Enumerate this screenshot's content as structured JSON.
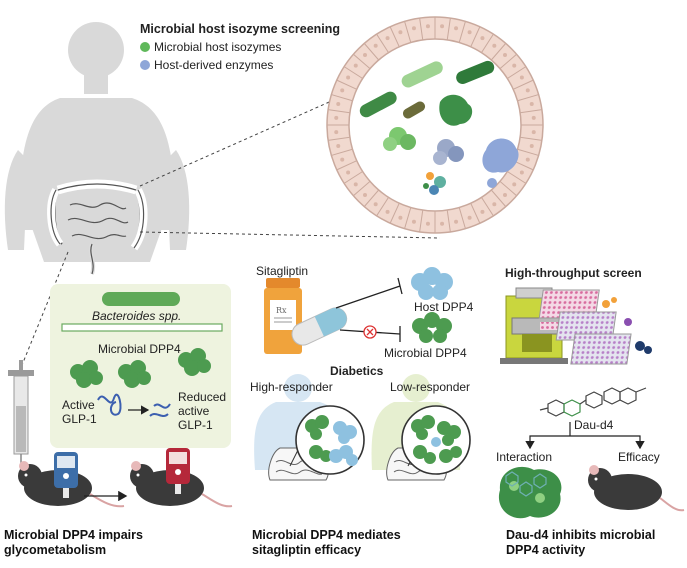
{
  "colors": {
    "microbial_green": "#5fb85a",
    "host_blue": "#8ea6d8",
    "bacteria_dark": "#2f7a3a",
    "panel_bg": "#eef3df",
    "body_gray": "#d9d9d9"
  },
  "legend": {
    "title": "Microbial host isozyme screening",
    "microbial_label": "Microbial host isozymes",
    "host_label": "Host-derived enzymes"
  },
  "panel_left": {
    "bacteria_label": "Bacteroides spp.",
    "dpp4_label": "Microbial DPP4",
    "active_line1": "Active",
    "active_line2": "GLP-1",
    "reduced_line1": "Reduced",
    "reduced_line2": "active",
    "reduced_line3": "GLP-1",
    "caption_line1": "Microbial DPP4 impairs",
    "caption_line2": "glycometabolism"
  },
  "panel_middle": {
    "drug_label": "Sitagliptin",
    "host_target": "Host DPP4",
    "microbial_target": "Microbial DPP4",
    "group_label": "Diabetics",
    "high_label": "High-responder",
    "low_label": "Low-responder",
    "caption_line1": "Microbial DPP4 mediates",
    "caption_line2": "sitagliptin efficacy"
  },
  "panel_right": {
    "screen_label": "High-throughput screen",
    "compound_label": "Dau-d4",
    "interaction_label": "Interaction",
    "efficacy_label": "Efficacy",
    "caption_line1": "Dau-d4 inhibits microbial",
    "caption_line2": "DPP4 activity"
  }
}
